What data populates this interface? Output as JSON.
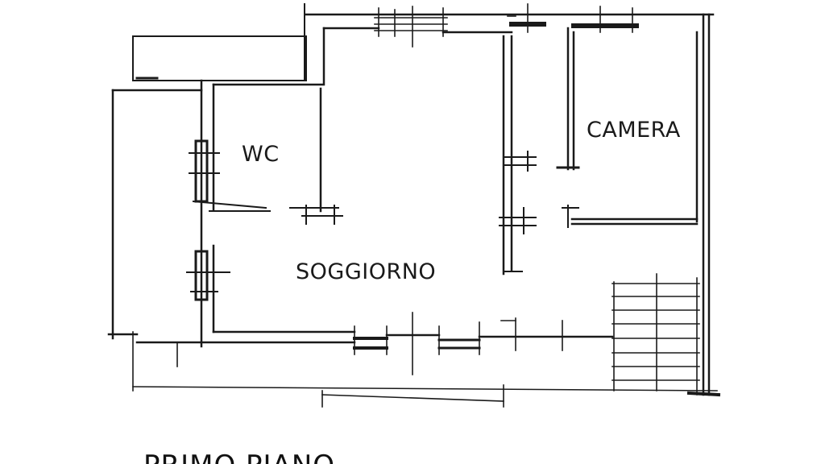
{
  "rooms": {
    "wc": "WC",
    "camera": "CAMERA",
    "soggiorno": "SOGGIORNO"
  },
  "floor_title": "PRIMO PIANO",
  "colors": {
    "ink": "#1a1a1a",
    "background": "#ffffff"
  }
}
